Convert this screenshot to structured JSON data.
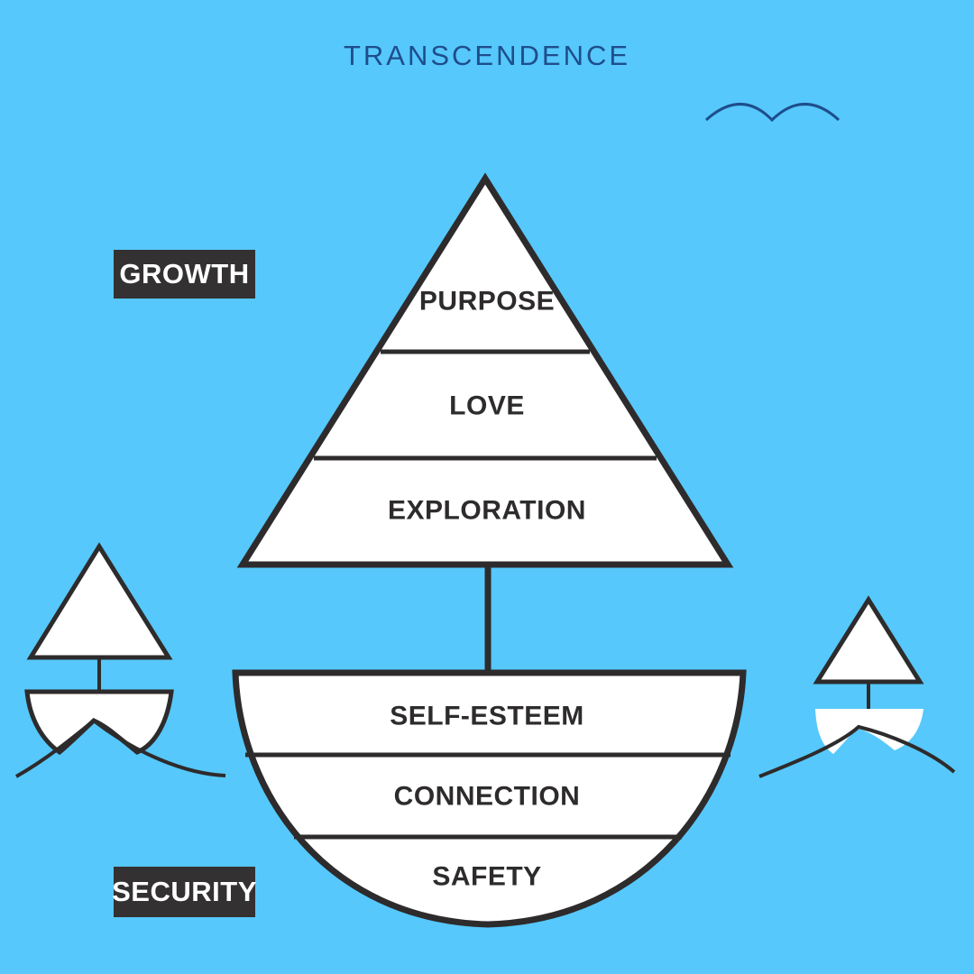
{
  "title": "TRANSCENDENCE",
  "tags": {
    "growth": "GROWTH",
    "security": "SECURITY"
  },
  "sail_levels": [
    "PURPOSE",
    "LOVE",
    "EXPLORATION"
  ],
  "hull_levels": [
    "SELF-ESTEEM",
    "CONNECTION",
    "SAFETY"
  ],
  "colors": {
    "background": "#56c8fb",
    "outline": "#2e2b2c",
    "fill": "#ffffff",
    "tag_background": "#333132",
    "title": "#1f4d8c"
  }
}
